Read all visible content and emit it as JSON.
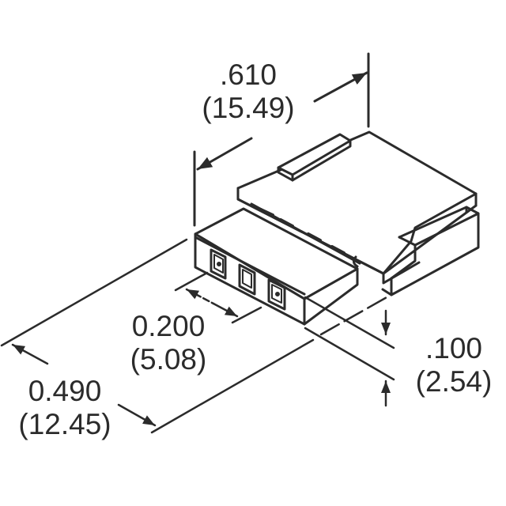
{
  "drawing": {
    "subject": "3-position connector housing, isometric view",
    "stroke_color": "#2b2b2b",
    "background": "#ffffff"
  },
  "dimensions": {
    "width_overall": {
      "inch": ".610",
      "mm": "(15.49)"
    },
    "pitch_span": {
      "inch": "0.200",
      "mm": "(5.08)"
    },
    "height": {
      "inch": ".100",
      "mm": "(2.54)"
    },
    "length": {
      "inch": "0.490",
      "mm": "(12.45)"
    }
  }
}
